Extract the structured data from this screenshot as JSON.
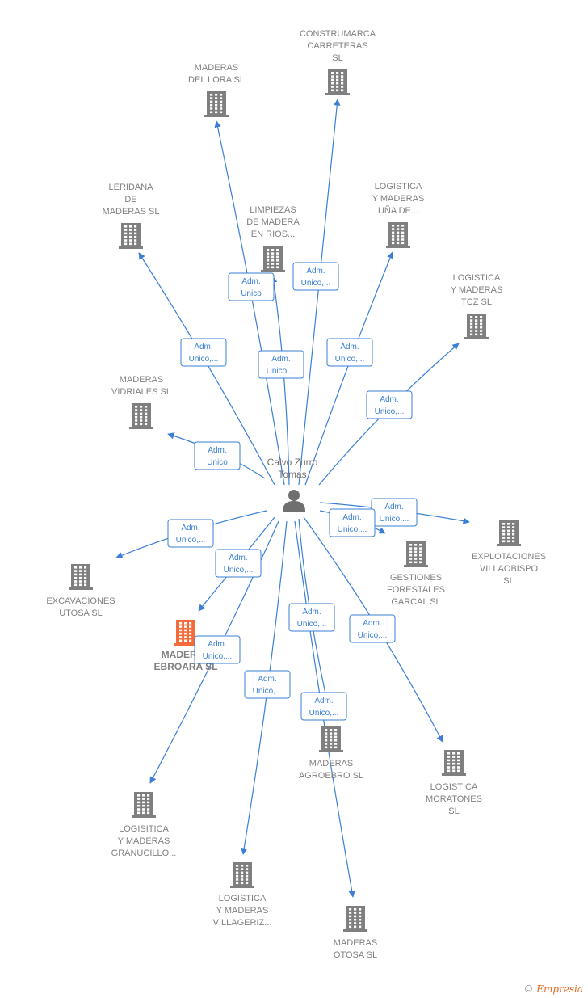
{
  "center": {
    "name_lines": [
      "Calvo Zurro",
      "Tomas"
    ]
  },
  "colors": {
    "edge": "#3a7fd5",
    "building": "#7f7f7f",
    "highlight": "#f26b38",
    "person": "#6f6f6f"
  },
  "nodes": [
    {
      "id": "construmarca",
      "lines": [
        "CONSTRUMARCA",
        "CARRETERAS",
        "SL"
      ],
      "highlight": false,
      "icon": "building-icon"
    },
    {
      "id": "del-lora",
      "lines": [
        "MADERAS",
        "DEL LORA  SL"
      ],
      "highlight": false,
      "icon": "building-icon"
    },
    {
      "id": "leridana",
      "lines": [
        "LERIDANA",
        "DE",
        "MADERAS  SL"
      ],
      "highlight": false,
      "icon": "building-icon"
    },
    {
      "id": "limpiezas",
      "lines": [
        "LIMPIEZAS",
        "DE MADERA",
        "EN RIOS..."
      ],
      "highlight": false,
      "icon": "building-icon"
    },
    {
      "id": "una",
      "lines": [
        "LOGISTICA",
        "Y MADERAS",
        "UÑA DE..."
      ],
      "highlight": false,
      "icon": "building-icon"
    },
    {
      "id": "tcz",
      "lines": [
        "LOGISTICA",
        "Y MADERAS",
        "TCZ  SL"
      ],
      "highlight": false,
      "icon": "building-icon"
    },
    {
      "id": "vidriales",
      "lines": [
        "MADERAS",
        "VIDRIALES SL"
      ],
      "highlight": false,
      "icon": "building-icon"
    },
    {
      "id": "villaobispo",
      "lines": [
        "EXPLOTACIONES",
        "VILLAOBISPO",
        "SL"
      ],
      "highlight": false,
      "icon": "building-icon"
    },
    {
      "id": "garcal",
      "lines": [
        "GESTIONES",
        "FORESTALES",
        "GARCAL SL"
      ],
      "highlight": false,
      "icon": "building-icon"
    },
    {
      "id": "utosa",
      "lines": [
        "EXCAVACIONES",
        "UTOSA  SL"
      ],
      "highlight": false,
      "icon": "building-icon"
    },
    {
      "id": "ebroara",
      "lines": [
        "MADERAS",
        "EBROARA  SL"
      ],
      "highlight": true,
      "icon": "building-icon"
    },
    {
      "id": "agroebro",
      "lines": [
        "MADERAS",
        "AGROEBRO  SL"
      ],
      "highlight": false,
      "icon": "building-icon"
    },
    {
      "id": "moratones",
      "lines": [
        "LOGISTICA",
        "MORATONES",
        "SL"
      ],
      "highlight": false,
      "icon": "building-icon"
    },
    {
      "id": "granucillo",
      "lines": [
        "LOGISITICA",
        "Y MADERAS",
        "GRANUCILLO..."
      ],
      "highlight": false,
      "icon": "building-icon"
    },
    {
      "id": "villageriz",
      "lines": [
        "LOGISTICA",
        "Y MADERAS",
        "VILLAGERIZ..."
      ],
      "highlight": false,
      "icon": "building-icon"
    },
    {
      "id": "otosa",
      "lines": [
        "MADERAS",
        "OTOSA  SL"
      ],
      "highlight": false,
      "icon": "building-icon"
    }
  ],
  "edges": [
    {
      "to": "construmarca",
      "label": [
        "Adm.",
        "Unico,..."
      ]
    },
    {
      "to": "del-lora",
      "label": [
        "Adm.",
        "Unico"
      ]
    },
    {
      "to": "leridana",
      "label": [
        "Adm.",
        "Unico,..."
      ]
    },
    {
      "to": "limpiezas",
      "label": [
        "Adm.",
        "Unico,..."
      ]
    },
    {
      "to": "una",
      "label": [
        "Adm.",
        "Unico,..."
      ]
    },
    {
      "to": "tcz",
      "label": [
        "Adm.",
        "Unico,..."
      ]
    },
    {
      "to": "vidriales",
      "label": [
        "Adm.",
        "Unico"
      ]
    },
    {
      "to": "villaobispo",
      "label": [
        "Adm.",
        "Unico,..."
      ]
    },
    {
      "to": "garcal",
      "label": [
        "Adm.",
        "Unico,..."
      ]
    },
    {
      "to": "utosa",
      "label": [
        "Adm.",
        "Unico,..."
      ]
    },
    {
      "to": "ebroara",
      "label": [
        "Adm.",
        "Unico,..."
      ]
    },
    {
      "to": "agroebro",
      "label": [
        "Adm.",
        "Unico,..."
      ]
    },
    {
      "to": "moratones",
      "label": [
        "Adm.",
        "Unico,..."
      ]
    },
    {
      "to": "granucillo",
      "label": [
        "Adm.",
        "Unico,..."
      ]
    },
    {
      "to": "villageriz",
      "label": [
        "Adm.",
        "Unico,..."
      ]
    },
    {
      "to": "otosa",
      "label": [
        "Adm.",
        "Unico,..."
      ]
    }
  ],
  "footer": {
    "copyright": "©",
    "brand": "Empresia"
  }
}
